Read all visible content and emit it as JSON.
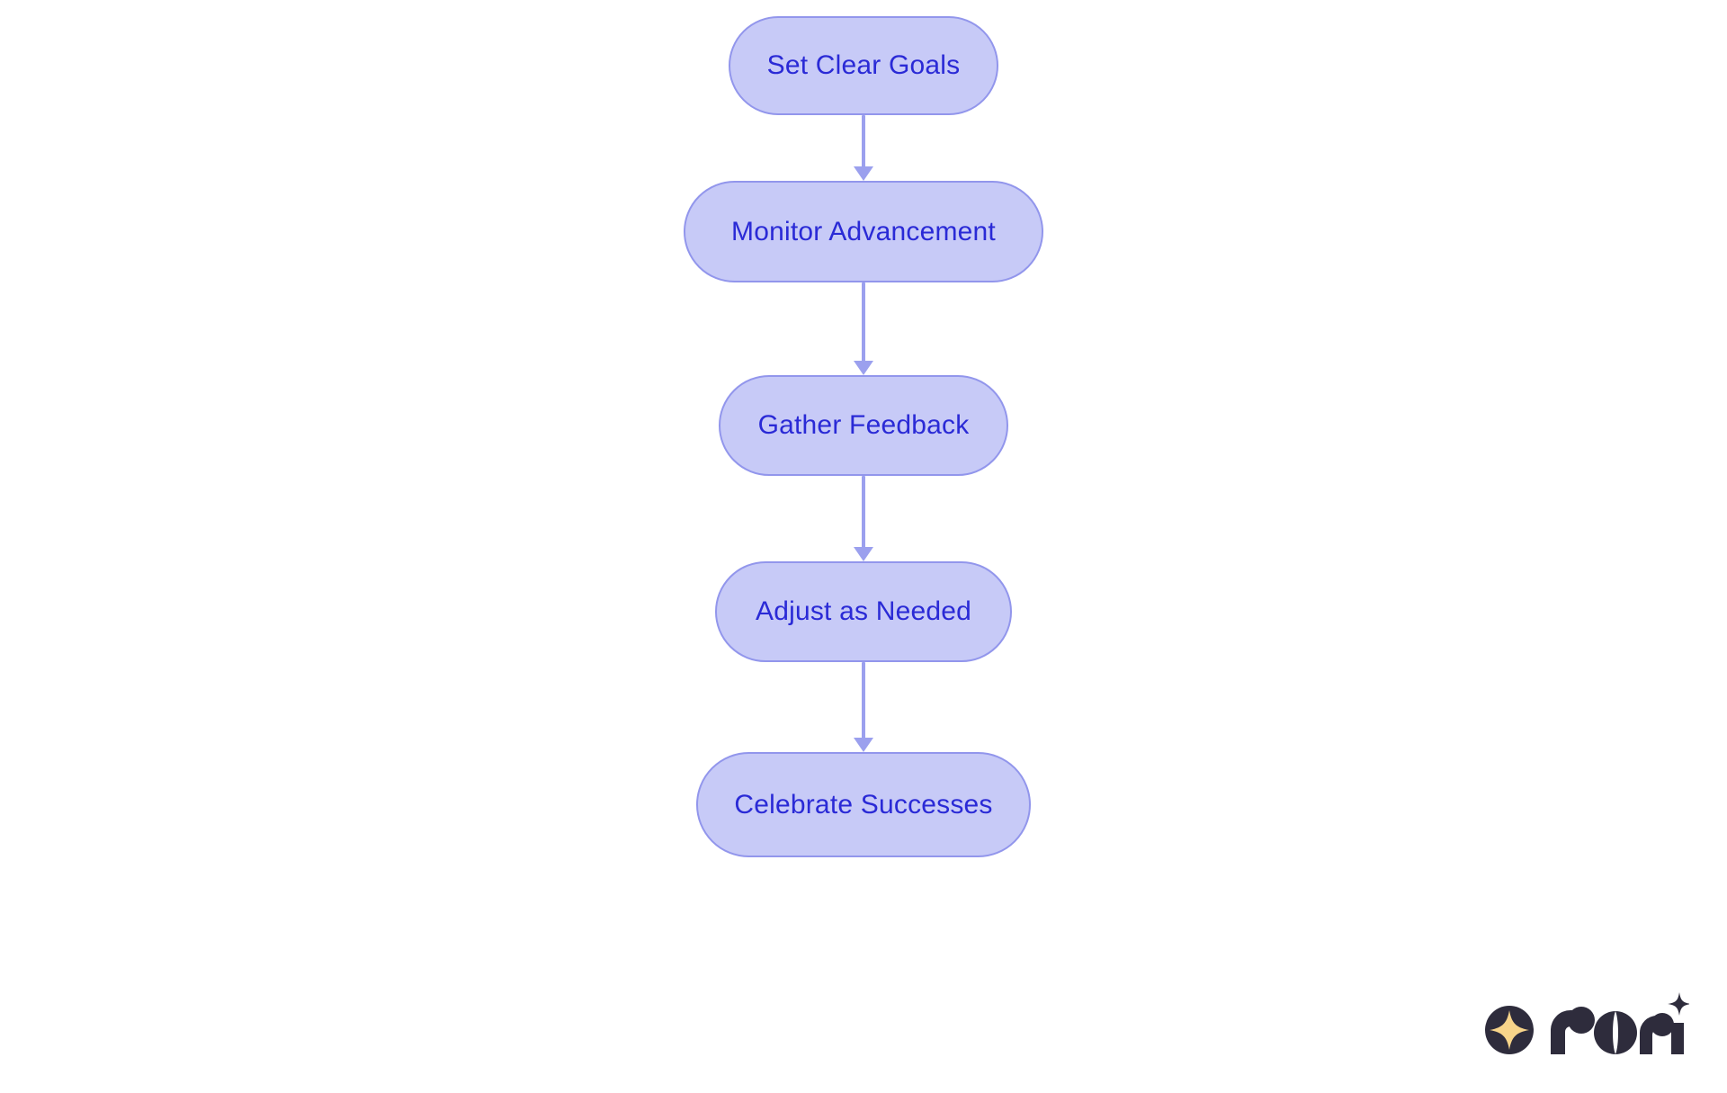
{
  "diagram": {
    "type": "flowchart",
    "orientation": "vertical-top-to-bottom",
    "title": "",
    "background_color": "#ffffff",
    "node_fill_color": "#c7caf7",
    "node_border_color": "#9296ec",
    "node_text_color": "#2a2ad6",
    "connector_color": "#9ba0ee",
    "nodes": [
      {
        "id": "n1",
        "label": "Set Clear Goals"
      },
      {
        "id": "n2",
        "label": "Monitor Advancement"
      },
      {
        "id": "n3",
        "label": "Gather Feedback"
      },
      {
        "id": "n4",
        "label": "Adjust as Needed"
      },
      {
        "id": "n5",
        "label": "Celebrate Successes"
      }
    ],
    "edges": [
      {
        "id": "e1",
        "from": "n1",
        "to": "n2",
        "label": "",
        "arrow": "down-arrow"
      },
      {
        "id": "e2",
        "from": "n2",
        "to": "n3",
        "label": "",
        "arrow": "down-arrow"
      },
      {
        "id": "e3",
        "from": "n3",
        "to": "n4",
        "label": "",
        "arrow": "down-arrow"
      },
      {
        "id": "e4",
        "from": "n4",
        "to": "n5",
        "label": "",
        "arrow": "down-arrow"
      }
    ]
  },
  "watermark": {
    "brand": "rori",
    "mark_color": "#2e2c3c",
    "sparkle_color": "#f7d48a",
    "icon_name": "rori-logo"
  }
}
